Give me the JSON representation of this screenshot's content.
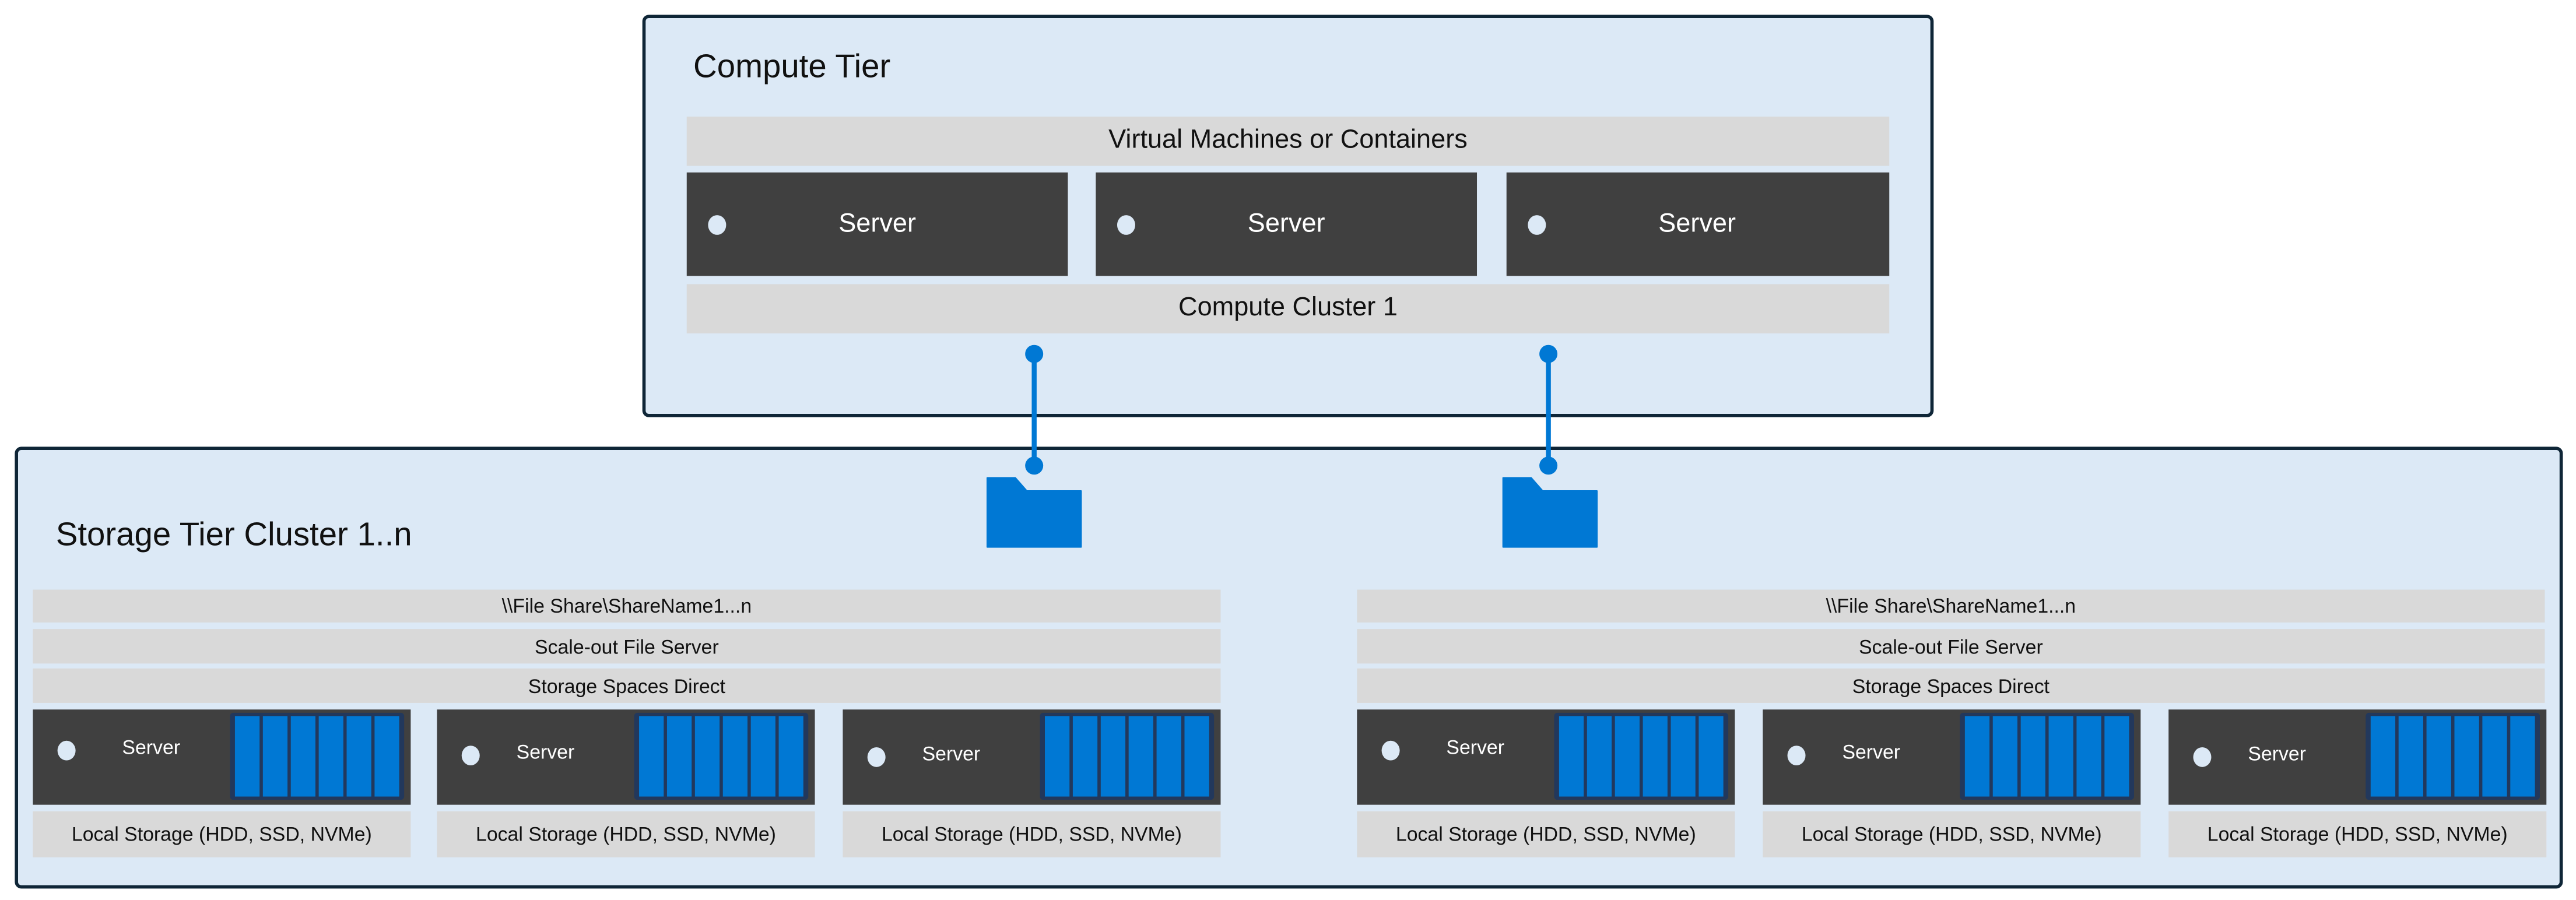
{
  "compute_tier": {
    "title": "Compute Tier",
    "top_bar": "Virtual Machines or Containers",
    "servers": [
      "Server",
      "Server",
      "Server"
    ],
    "bottom_bar": "Compute Cluster 1"
  },
  "storage_tier": {
    "title": "Storage Tier Cluster 1..n",
    "groups": [
      {
        "share": "\\\\File Share\\ShareName1...n",
        "sofs": "Scale-out File Server",
        "s2d": "Storage Spaces Direct",
        "servers": [
          {
            "label": "Server",
            "storage": "Local Storage (HDD, SSD, NVMe)"
          },
          {
            "label": "Server",
            "storage": "Local Storage (HDD, SSD, NVMe)"
          },
          {
            "label": "Server",
            "storage": "Local Storage (HDD, SSD, NVMe)"
          }
        ]
      },
      {
        "share": "\\\\File Share\\ShareName1...n",
        "sofs": "Scale-out File Server",
        "s2d": "Storage Spaces Direct",
        "servers": [
          {
            "label": "Server",
            "storage": "Local Storage (HDD, SSD, NVMe)"
          },
          {
            "label": "Server",
            "storage": "Local Storage (HDD, SSD, NVMe)"
          },
          {
            "label": "Server",
            "storage": "Local Storage (HDD, SSD, NVMe)"
          }
        ]
      }
    ]
  },
  "connectors": [
    {
      "icon": "folder-icon"
    },
    {
      "icon": "folder-icon"
    }
  ],
  "colors": {
    "tier_fill": "#dce9f6",
    "tier_border": "#0f2637",
    "bar_fill": "#d9d9d9",
    "server_fill": "#404040",
    "accent_blue": "#0078d4",
    "drive_bay": "#22385c"
  }
}
